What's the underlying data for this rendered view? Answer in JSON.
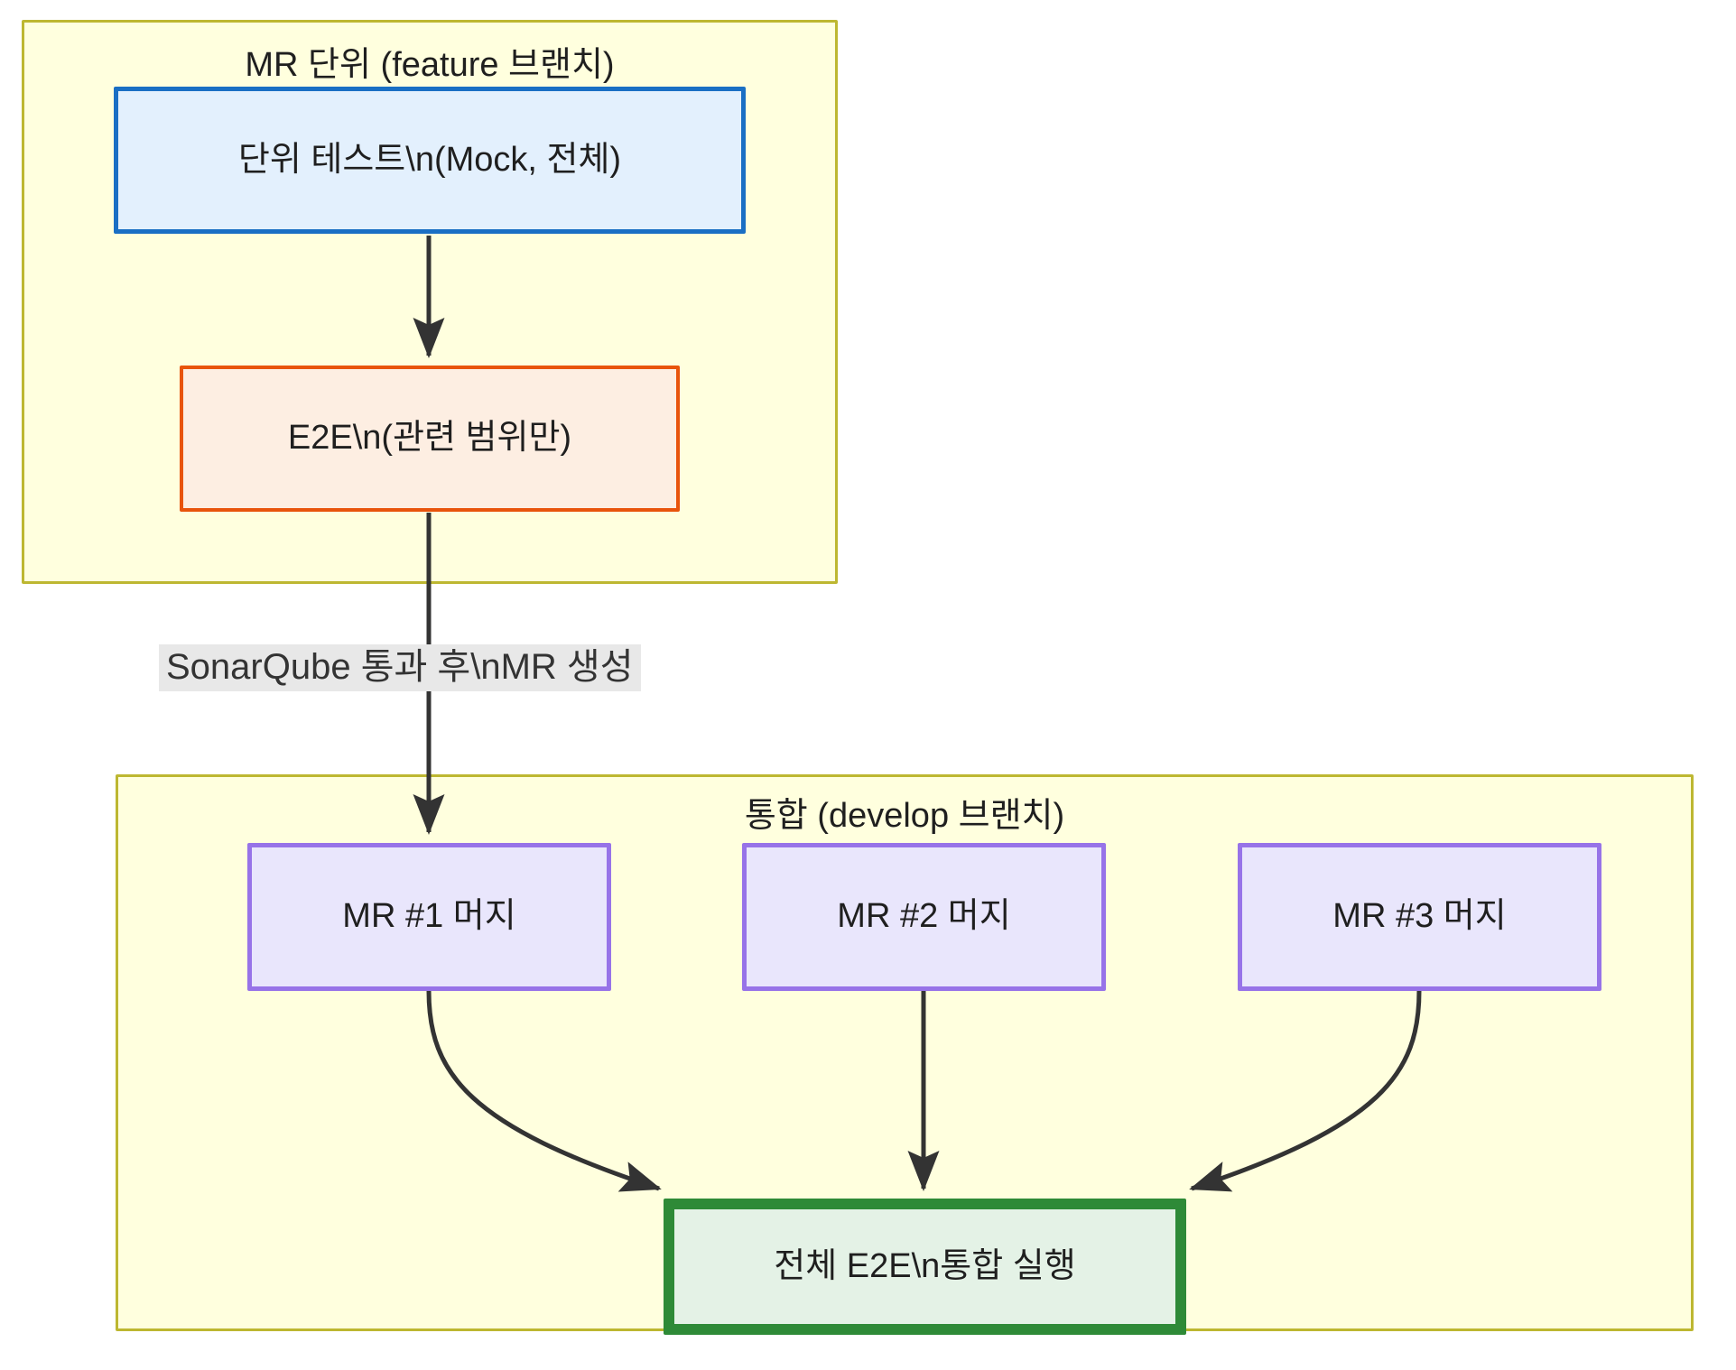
{
  "diagram": {
    "type": "flowchart",
    "direction": "top-down",
    "background": "#ffffff",
    "clusters": [
      {
        "id": "cluster-mr-unit",
        "title": "MR 단위 (feature 브랜치)",
        "fill": "#ffffde",
        "stroke": "#bdb731"
      },
      {
        "id": "cluster-integration",
        "title": "통합 (develop 브랜치)",
        "fill": "#ffffde",
        "stroke": "#bdb731"
      }
    ],
    "nodes": [
      {
        "id": "unit-test",
        "label": "단위 테스트\\n(Mock, 전체)",
        "fill": "#e3f0fd",
        "stroke": "#1a6fc4"
      },
      {
        "id": "e2e-scoped",
        "label": "E2E\\n(관련 범위만)",
        "fill": "#fdeee2",
        "stroke": "#e8540c"
      },
      {
        "id": "mr1-merge",
        "label": "MR #1 머지",
        "fill": "#e9e6fc",
        "stroke": "#9773e8"
      },
      {
        "id": "mr2-merge",
        "label": "MR #2 머지",
        "fill": "#e9e6fc",
        "stroke": "#9773e8"
      },
      {
        "id": "mr3-merge",
        "label": "MR #3 머지",
        "fill": "#e9e6fc",
        "stroke": "#9773e8"
      },
      {
        "id": "full-e2e",
        "label": "전체 E2E\\n통합 실행",
        "fill": "#e4f2e6",
        "stroke": "#2e8a37"
      }
    ],
    "edges": [
      {
        "id": "edge-unit-to-e2e",
        "from": "unit-test",
        "to": "e2e-scoped",
        "label": ""
      },
      {
        "id": "edge-e2e-to-mr1",
        "from": "e2e-scoped",
        "to": "mr1-merge",
        "label": "SonarQube 통과 후\\nMR 생성"
      },
      {
        "id": "edge-mr1-to-full",
        "from": "mr1-merge",
        "to": "full-e2e",
        "label": ""
      },
      {
        "id": "edge-mr2-to-full",
        "from": "mr2-merge",
        "to": "full-e2e",
        "label": ""
      },
      {
        "id": "edge-mr3-to-full",
        "from": "mr3-merge",
        "to": "full-e2e",
        "label": ""
      }
    ],
    "edge_stroke": "#333333"
  }
}
